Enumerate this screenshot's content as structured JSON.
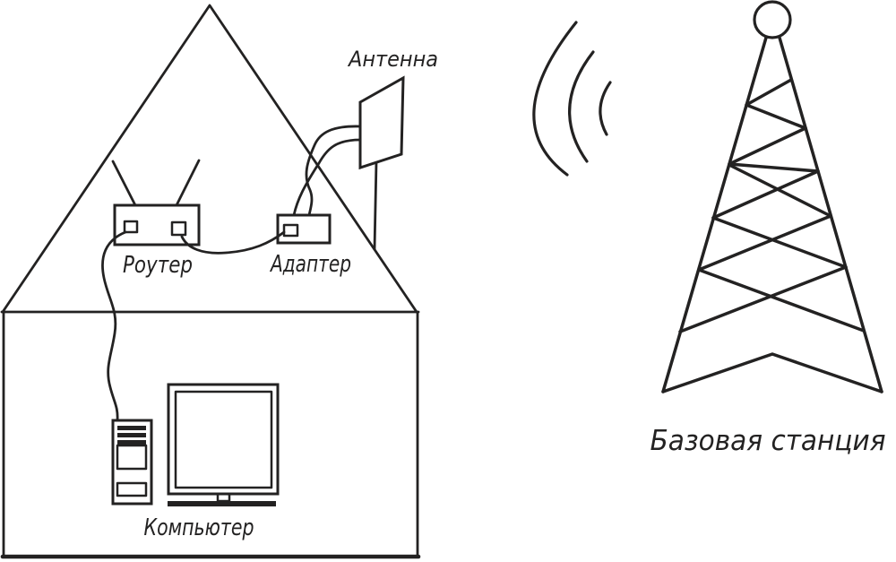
{
  "colors": {
    "ink": "#232222",
    "background": "#ffffff"
  },
  "diagram": {
    "kind": "signal-amplification-scheme",
    "components": [
      {
        "id": "antenna",
        "label": "Антенна"
      },
      {
        "id": "router",
        "label": "Роутер"
      },
      {
        "id": "adapter",
        "label": "Адаптер"
      },
      {
        "id": "computer",
        "label": "Компьютер"
      },
      {
        "id": "base_station",
        "label": "Базовая станция"
      }
    ]
  },
  "labels": {
    "antenna": "Антенна",
    "router": "Роутер",
    "adapter": "Адаптер",
    "computer": "Компьютер",
    "base_station": "Базовая станция"
  }
}
